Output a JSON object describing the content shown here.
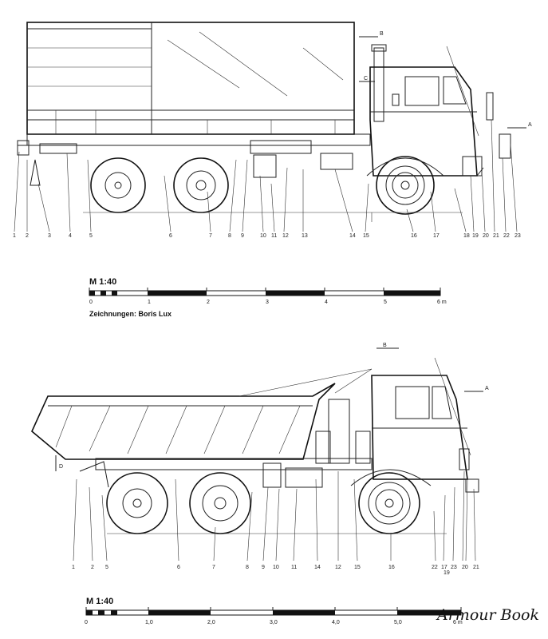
{
  "top_drawing": {
    "view_marks": [
      "B",
      "C",
      "A"
    ],
    "callouts": [
      "1",
      "2",
      "3",
      "4",
      "5",
      "6",
      "7",
      "8",
      "9",
      "10",
      "11",
      "12",
      "13",
      "14",
      "15",
      "16",
      "17",
      "18",
      "19",
      "20",
      "21",
      "22",
      "23"
    ],
    "scale": {
      "label": "M 1:40",
      "ticks": [
        "0",
        "1",
        "2",
        "3",
        "4",
        "5",
        "6 m"
      ]
    },
    "credit": "Zeichnungen: Boris Lux"
  },
  "bottom_drawing": {
    "view_marks": [
      "B",
      "A",
      "D"
    ],
    "callouts": [
      "1",
      "2",
      "5",
      "6",
      "7",
      "8",
      "9",
      "10",
      "11",
      "14",
      "12",
      "15",
      "16",
      "22",
      "17",
      "23",
      "19",
      "20",
      "21"
    ],
    "scale": {
      "label": "M 1:40",
      "ticks": [
        "0",
        "1,0",
        "2,0",
        "3,0",
        "4,0",
        "5,0",
        "6 m"
      ]
    }
  },
  "watermark": "Armour Book"
}
